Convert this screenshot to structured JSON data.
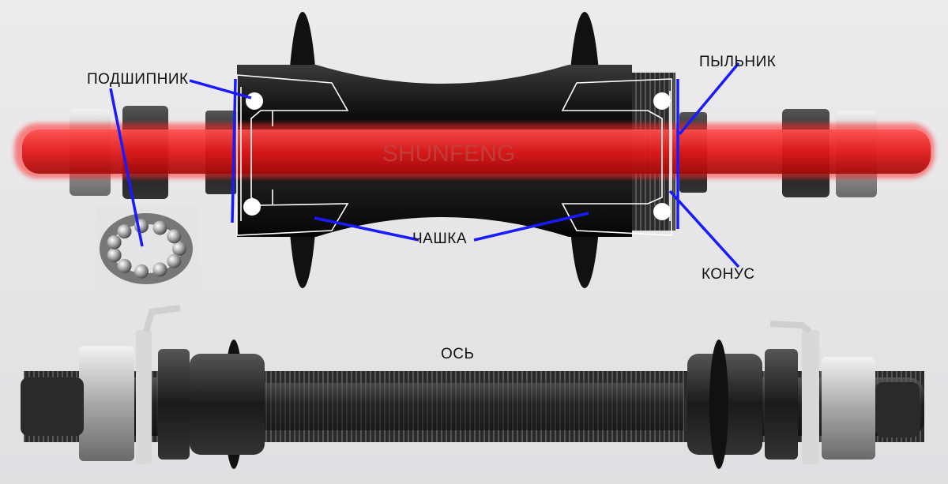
{
  "labels": {
    "bearing": "ПОДШИПНИК",
    "dust_cap": "ПЫЛЬНИК",
    "cup": "ЧАШКА",
    "cone": "КОНУС",
    "axle": "ОСЬ"
  },
  "brand": "SHUNFENG",
  "colors": {
    "annotation_line": "#1a1aff",
    "axle_highlight": "#e82020",
    "hub_body": "#141414",
    "outline": "#ffffff"
  }
}
